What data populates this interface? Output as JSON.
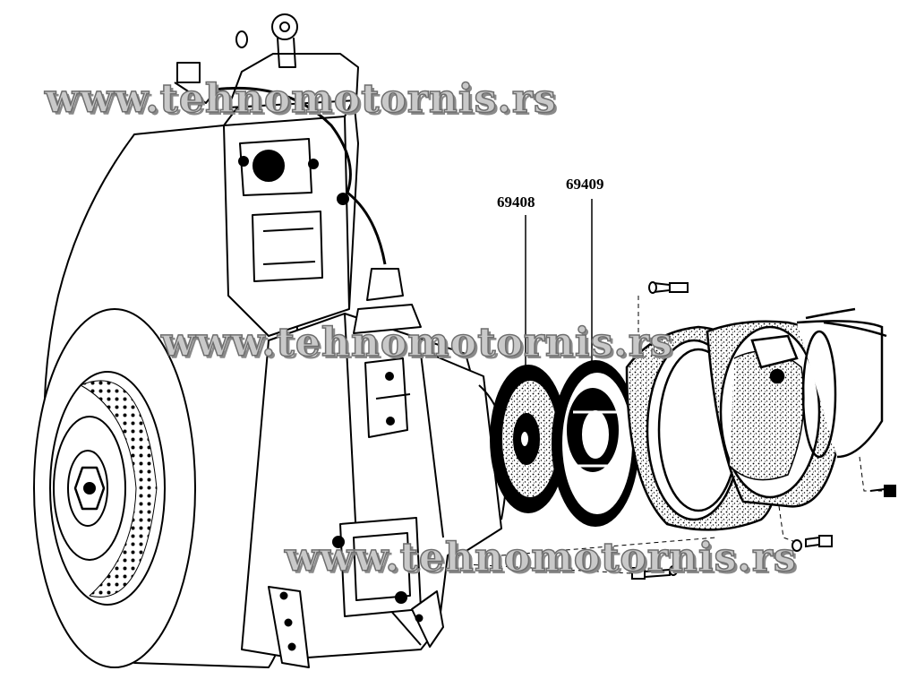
{
  "watermarks": [
    {
      "text": "www.tehnomotornis.rs"
    },
    {
      "text": "www.tehnomotornis.rs"
    },
    {
      "text": "www.tehnomotornis.rs"
    }
  ],
  "part_numbers": {
    "clutch_disc": "69408",
    "pressure_plate": "69409"
  },
  "colors": {
    "line": "#000000",
    "background": "#ffffff",
    "watermark_fill": "#c9c9c9",
    "watermark_outline": "#6e6e6e"
  }
}
